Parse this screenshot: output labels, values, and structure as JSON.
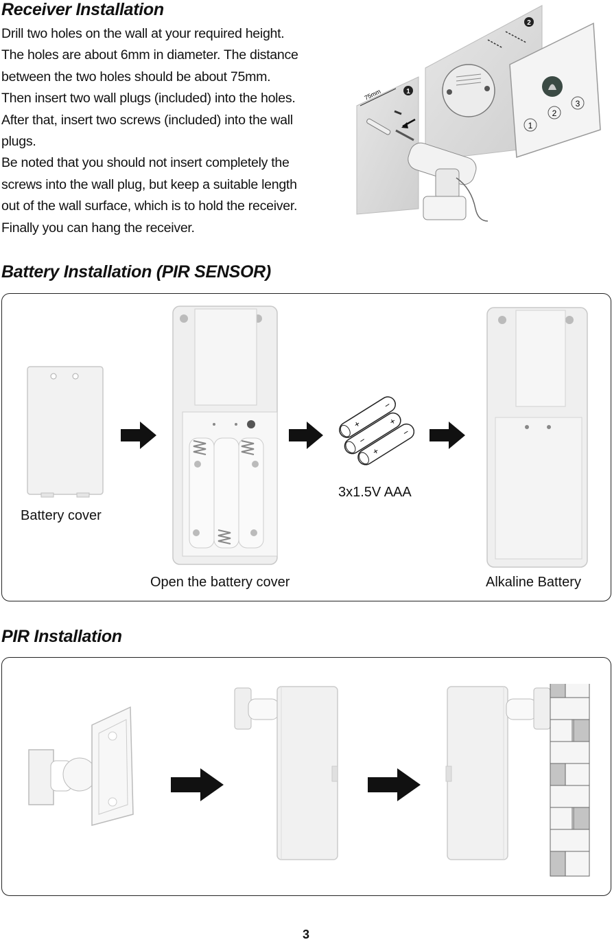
{
  "receiver": {
    "heading": "Receiver Installation",
    "lines": [
      "Drill two holes on the wall at your required height.",
      "The holes are about 6mm in diameter. The distance",
      "between the two holes should be about 75mm.",
      "Then insert two wall plugs (included) into the holes.",
      "After that, insert two screws (included) into the wall",
      "plugs.",
      "Be noted that you should not insert completely the",
      "screws into the wall plug, but keep a suitable length",
      "out of the wall surface, which is to hold the receiver.",
      "Finally you can hang the receiver."
    ],
    "diagram": {
      "measure_label": "75mm",
      "step1": "1",
      "step2": "2",
      "button_1": "1",
      "button_2": "2",
      "button_3": "3"
    }
  },
  "battery": {
    "heading": "Battery Installation (PIR SENSOR)",
    "cover_caption": "Battery cover",
    "open_caption": "Open the battery cover",
    "battery_caption": "3x1.5V AAA",
    "alkaline_caption": "Alkaline Battery",
    "battery_polarity_plus": "+",
    "battery_polarity_minus": "−"
  },
  "pir": {
    "heading": "PIR Installation"
  },
  "page_number": "3"
}
